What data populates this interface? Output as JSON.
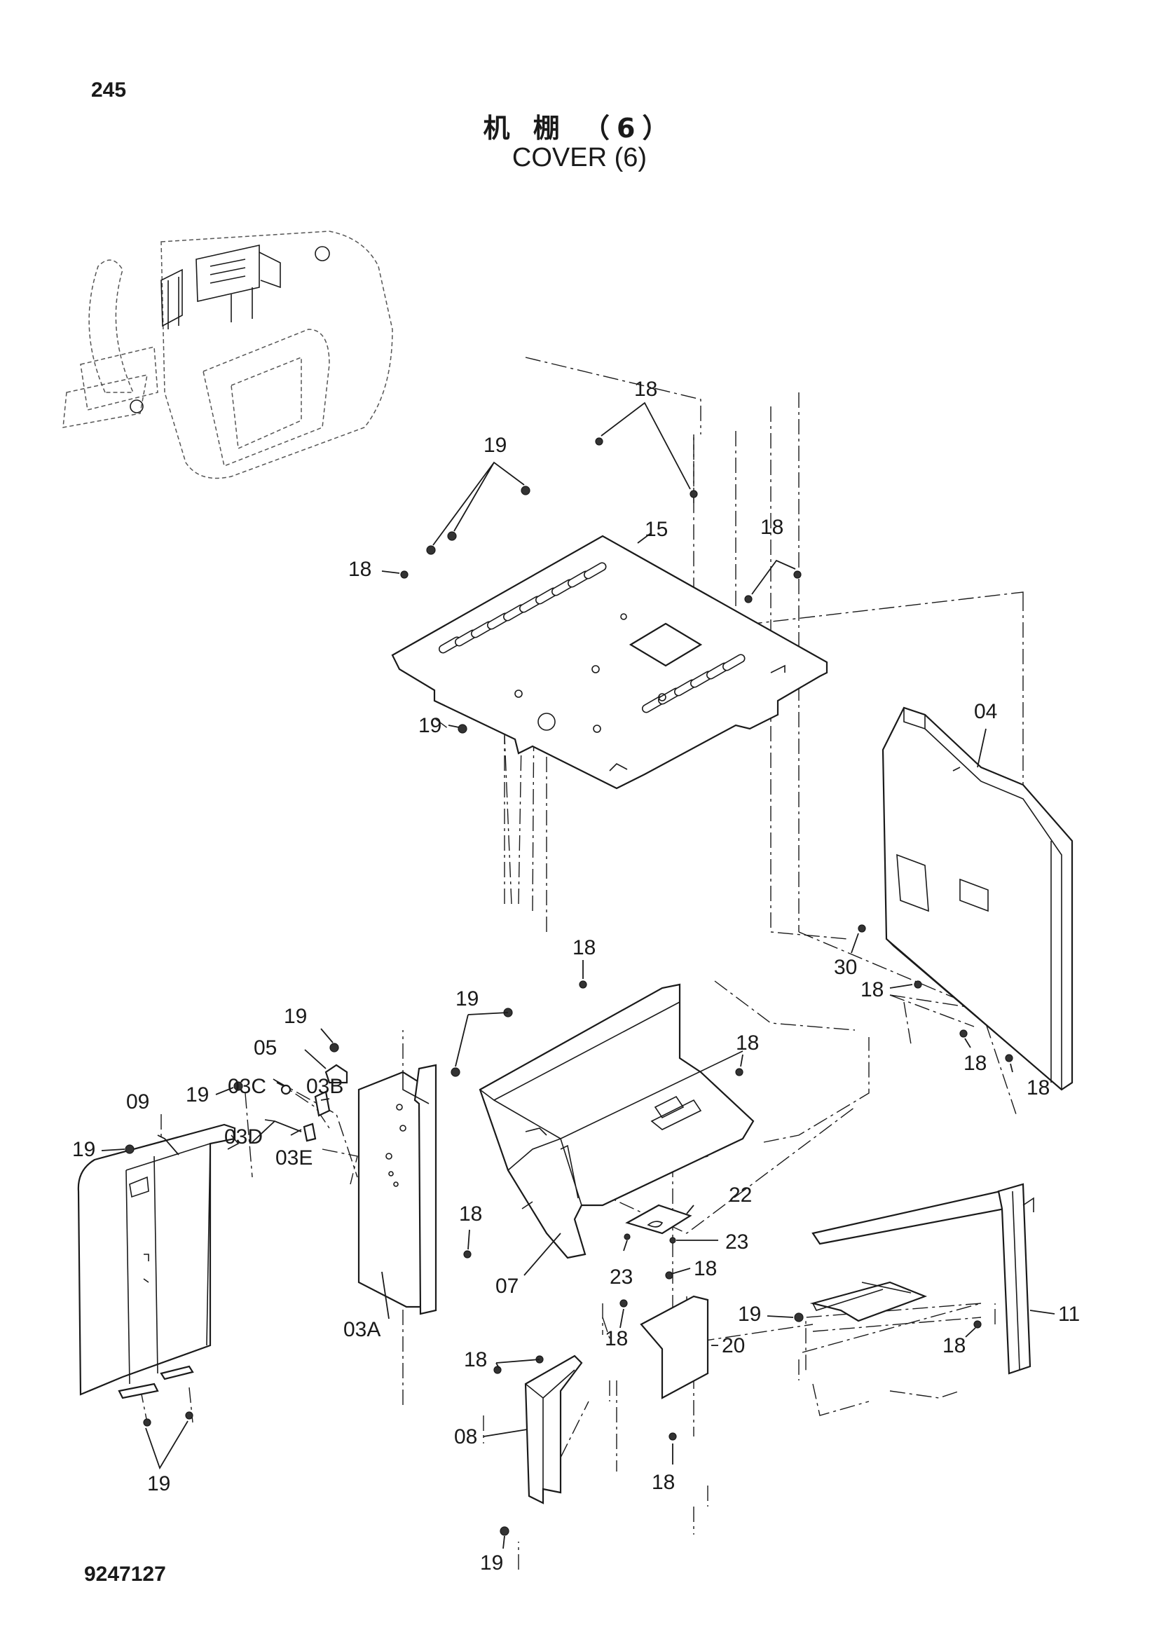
{
  "header": {
    "page_number": "245",
    "title_cn": "机 棚 （6）",
    "title_en": "COVER (6)"
  },
  "footer": {
    "drawing_number": "9247127"
  },
  "callouts": {
    "c18_top": "18",
    "c19_top": "19",
    "c18_top_left": "18",
    "c15": "15",
    "c18_top_right": "18",
    "c19_mid": "19",
    "c04": "04",
    "c18_mid": "18",
    "c30": "30",
    "c18_right_a": "18",
    "c18_right_b": "18",
    "c18_right_c": "18",
    "c19_upper_left": "19",
    "c19_bracket": "19",
    "c05": "05",
    "c03c": "03C",
    "c03b": "03B",
    "c19_left_mid": "19",
    "c09": "09",
    "c19_left": "19",
    "c03d": "03D",
    "c03e": "03E",
    "c18_center": "18",
    "c18_03a": "18",
    "c22": "22",
    "c23_right": "23",
    "c23_left": "23",
    "c07": "07",
    "c03a": "03A",
    "c18_20_top": "18",
    "c18_20_left": "18",
    "c20": "20",
    "c19_11": "19",
    "c11": "11",
    "c18_11": "18",
    "c18_08": "18",
    "c08": "08",
    "c19_09_bottom": "19",
    "c18_20_bottom": "18",
    "c19_08_bottom": "19"
  }
}
